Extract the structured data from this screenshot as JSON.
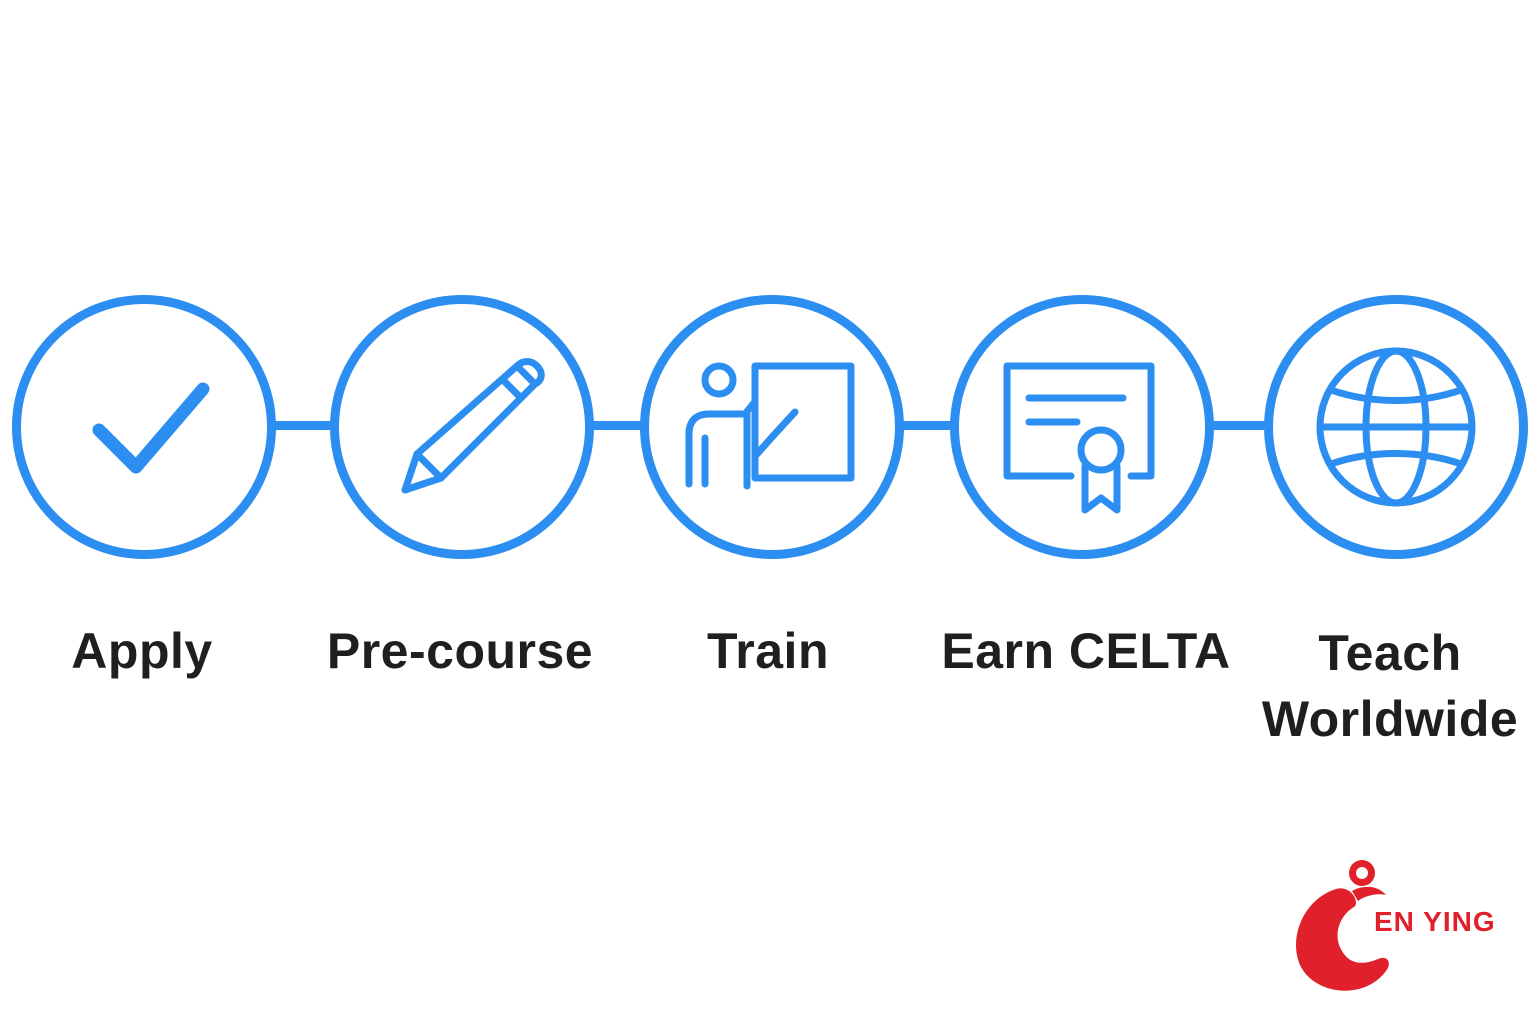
{
  "accent_color": "#2b8ef0",
  "steps": [
    {
      "label": "Apply",
      "icon": "checkmark-icon"
    },
    {
      "label": "Pre-course",
      "icon": "pencil-icon"
    },
    {
      "label": "Train",
      "icon": "teacher-board-icon"
    },
    {
      "label": "Earn CELTA",
      "icon": "certificate-icon"
    },
    {
      "label_lines": [
        "Teach",
        "Worldwide"
      ],
      "icon": "globe-icon"
    }
  ],
  "logo": {
    "text": "EN YING",
    "color": "#e0202a"
  }
}
